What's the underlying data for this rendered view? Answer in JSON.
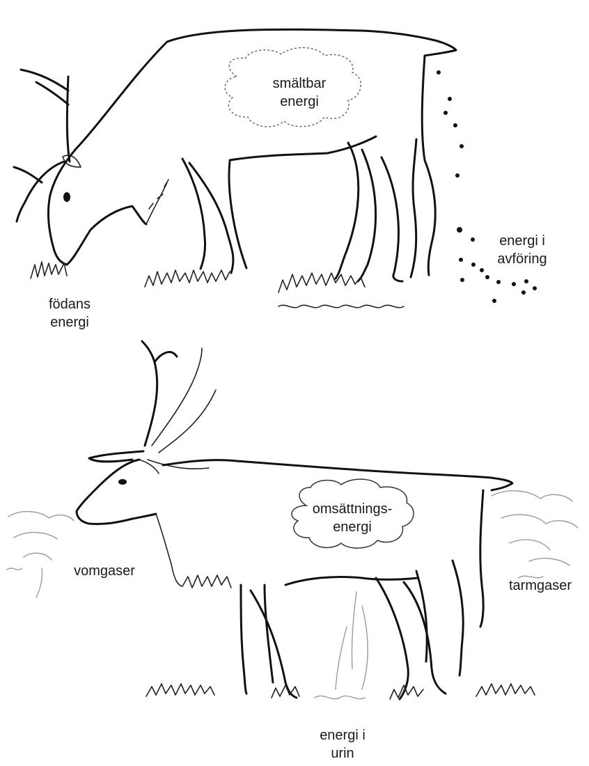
{
  "labels": {
    "digestible_energy": [
      "smältbar",
      "energi"
    ],
    "food_energy": [
      "födans",
      "energi"
    ],
    "fecal_energy": [
      "energi i",
      "avföring"
    ],
    "metabolizable_energy": [
      "omsättnings-",
      "energi"
    ],
    "rumen_gases": "vomgaser",
    "intestinal_gases": "tarmgaser",
    "urine_energy": [
      "energi i",
      "urin"
    ]
  },
  "illustrations": {
    "top": "grazing-reindeer",
    "bottom": "standing-reindeer"
  }
}
